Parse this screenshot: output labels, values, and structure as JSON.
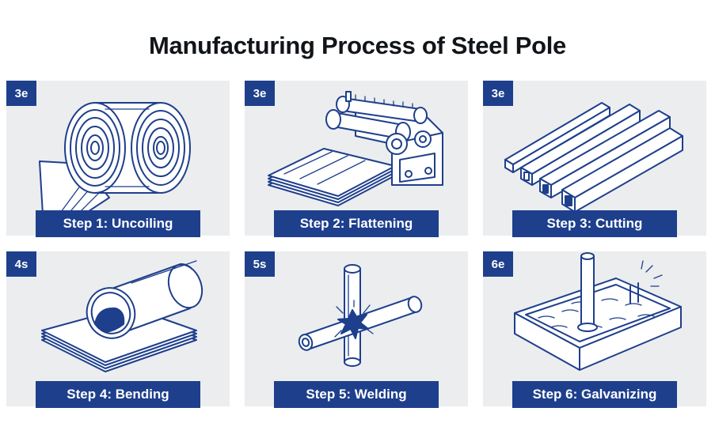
{
  "title": "Manufacturing Process of Steel Pole",
  "steps": [
    {
      "badge": "3e",
      "label": "Step 1: Uncoiling",
      "icon": "steel-coil-icon"
    },
    {
      "badge": "3e",
      "label": "Step 2: Flattening",
      "icon": "flattening-machine-icon"
    },
    {
      "badge": "3e",
      "label": "Step 3: Cutting",
      "icon": "cut-steel-bars-icon"
    },
    {
      "badge": "4s",
      "label": "Step 4: Bending",
      "icon": "bent-tube-icon"
    },
    {
      "badge": "5s",
      "label": "Step 5: Welding",
      "icon": "welding-joint-icon"
    },
    {
      "badge": "6e",
      "label": "Step 6: Galvanizing",
      "icon": "galvanizing-bath-icon"
    }
  ],
  "colors": {
    "accent": "#1e3f8c",
    "panel_background": "#ebedef",
    "title_text": "#111418"
  }
}
